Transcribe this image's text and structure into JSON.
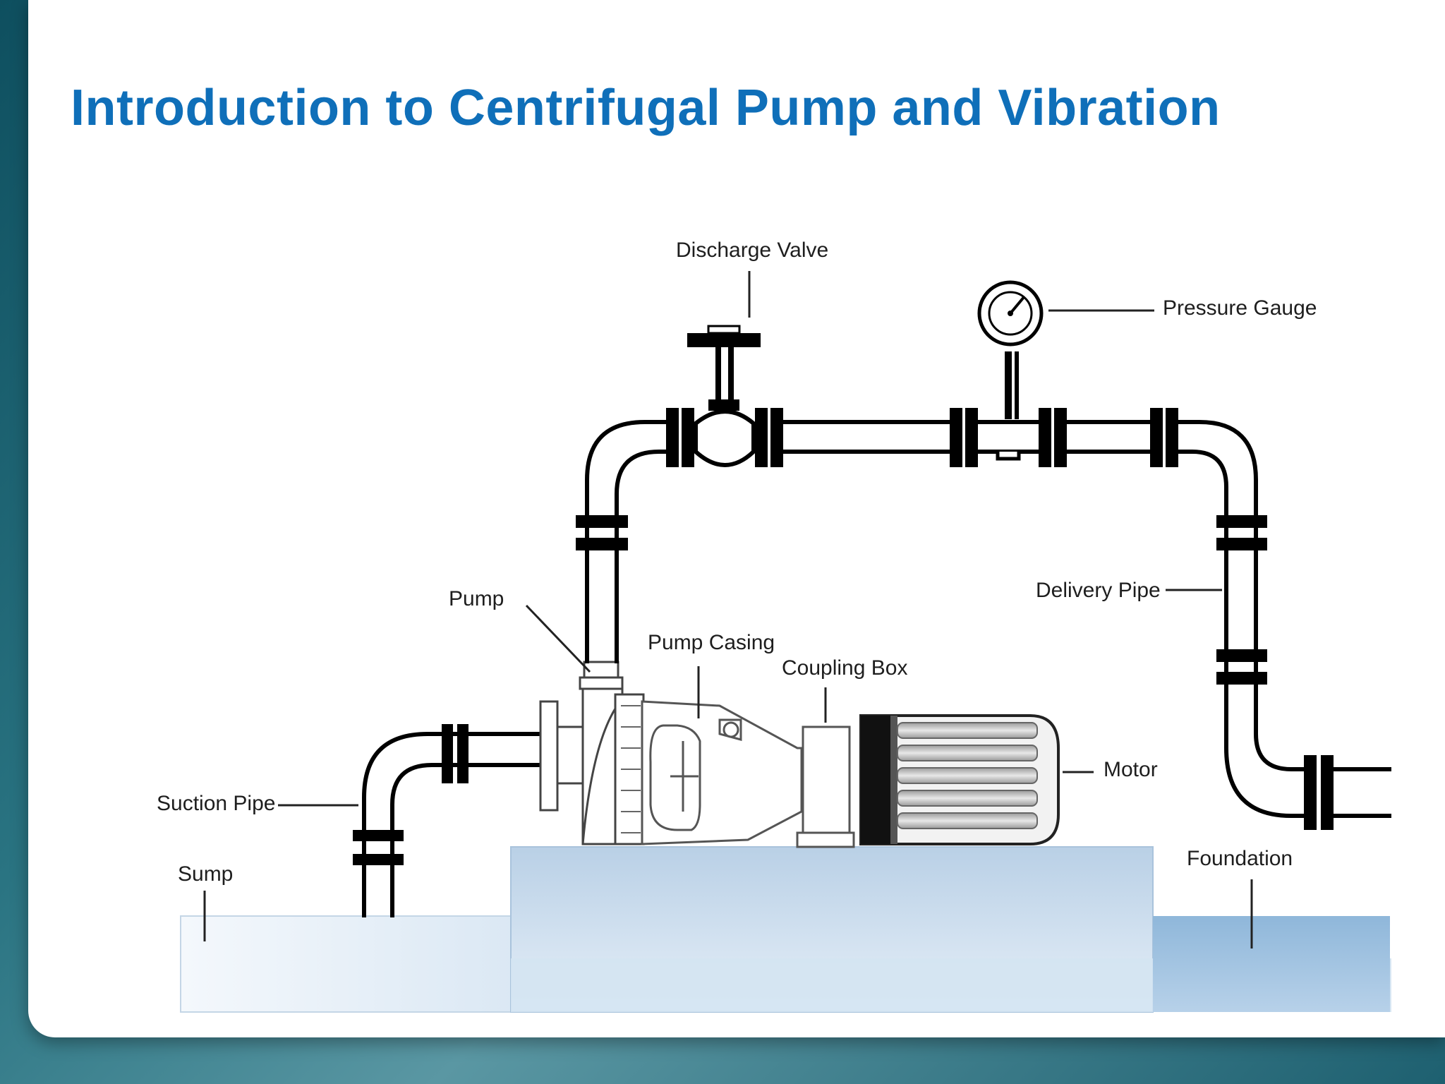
{
  "slide": {
    "title": "Introduction to Centrifugal Pump and Vibration"
  },
  "diagram": {
    "labels": {
      "discharge_valve": "Discharge Valve",
      "pressure_gauge": "Pressure Gauge",
      "pump": "Pump",
      "pump_casing": "Pump Casing",
      "coupling_box": "Coupling Box",
      "delivery_pipe": "Delivery Pipe",
      "motor": "Motor",
      "suction_pipe": "Suction Pipe",
      "sump": "Sump",
      "foundation": "Foundation"
    }
  },
  "colors": {
    "title": "#0f6fb9",
    "foundation_fill": "#c9dcec",
    "water_fill": "#9fc3e0",
    "pipe_line": "#000000",
    "background": "#2f6a76"
  }
}
